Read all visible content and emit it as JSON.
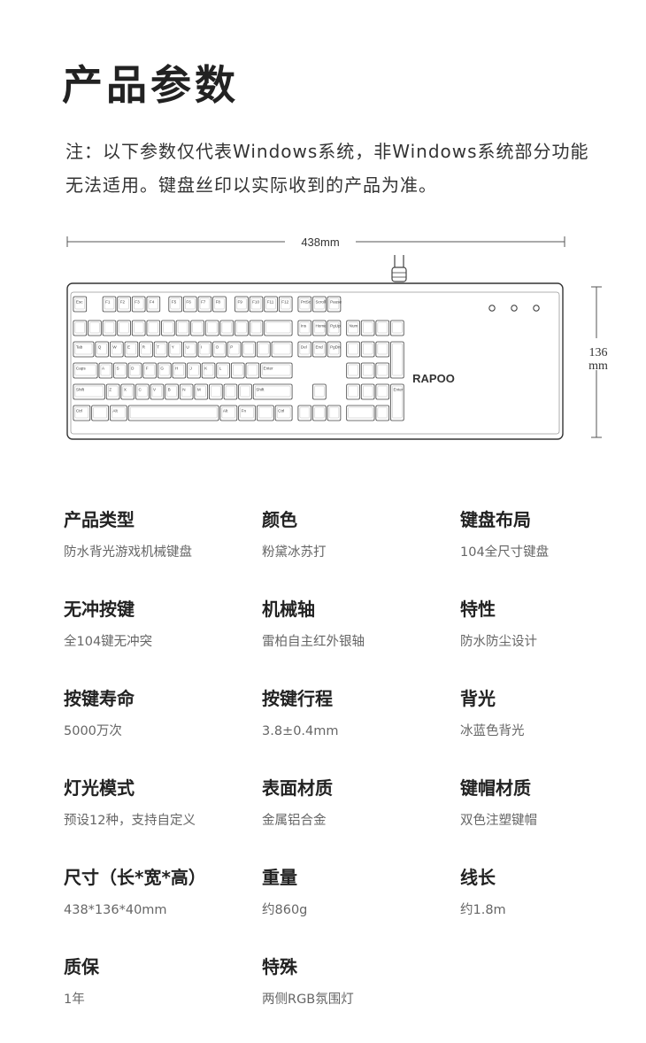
{
  "page": {
    "title": "产品参数",
    "note": "注：以下参数仅代表Windows系统，非Windows系统部分功能无法适用。键盘丝印以实际收到的产品为准。"
  },
  "diagram": {
    "width_label": "438mm",
    "height_value": "136",
    "height_unit": "mm",
    "brand": "RAPOO",
    "key_labels": {
      "esc": "Esc",
      "f1": "F1",
      "f2": "F2",
      "f3": "F3",
      "f4": "F4",
      "f5": "F5",
      "f6": "F6",
      "f7": "F7",
      "f8": "F8",
      "f9": "F9",
      "f10": "F10",
      "f11": "F11",
      "f12": "F12",
      "prtsc": "PrtSc",
      "scroll": "Scroll",
      "pause": "Pause",
      "tab": "Tab",
      "caps": "Caps",
      "shift_l": "Shift",
      "shift_r": "Shift",
      "ctrl_l": "Ctrl",
      "ctrl_r": "Ctrl",
      "enter": "Enter",
      "q": "Q",
      "w": "W",
      "e": "E",
      "r": "R",
      "t": "T",
      "y": "Y",
      "u": "U",
      "i": "I",
      "o": "O",
      "p": "P",
      "a": "A",
      "s": "S",
      "d": "D",
      "f": "F",
      "g": "G",
      "h": "H",
      "j": "J",
      "k": "K",
      "l": "L",
      "z": "Z",
      "x": "X",
      "c": "C",
      "v": "V",
      "b": "B",
      "n": "N",
      "m": "M",
      "alt_l": "Alt",
      "alt_r": "Alt",
      "fn": "Fn",
      "ins": "Ins",
      "home": "Home",
      "pgup": "PgUp",
      "del": "Del",
      "end": "End",
      "pgdn": "PgDn",
      "num": "Num",
      "numenter": "Enter"
    }
  },
  "specs": [
    {
      "label": "产品类型",
      "value": "防水背光游戏机械键盘"
    },
    {
      "label": "颜色",
      "value": "粉黛冰苏打"
    },
    {
      "label": "键盘布局",
      "value": "104全尺寸键盘"
    },
    {
      "label": "无冲按键",
      "value": "全104键无冲突"
    },
    {
      "label": "机械轴",
      "value": "雷柏自主红外银轴"
    },
    {
      "label": "特性",
      "value": "防水防尘设计"
    },
    {
      "label": "按键寿命",
      "value": "5000万次"
    },
    {
      "label": "按键行程",
      "value": "3.8±0.4mm"
    },
    {
      "label": "背光",
      "value": "冰蓝色背光"
    },
    {
      "label": "灯光模式",
      "value": "预设12种，支持自定义"
    },
    {
      "label": "表面材质",
      "value": "金属铝合金"
    },
    {
      "label": "键帽材质",
      "value": "双色注塑键帽"
    },
    {
      "label": "尺寸（长*宽*高）",
      "value": "438*136*40mm"
    },
    {
      "label": "重量",
      "value": "约860g"
    },
    {
      "label": "线长",
      "value": "约1.8m"
    },
    {
      "label": "质保",
      "value": "1年"
    },
    {
      "label": "特殊",
      "value": "两侧RGB氛围灯"
    }
  ]
}
